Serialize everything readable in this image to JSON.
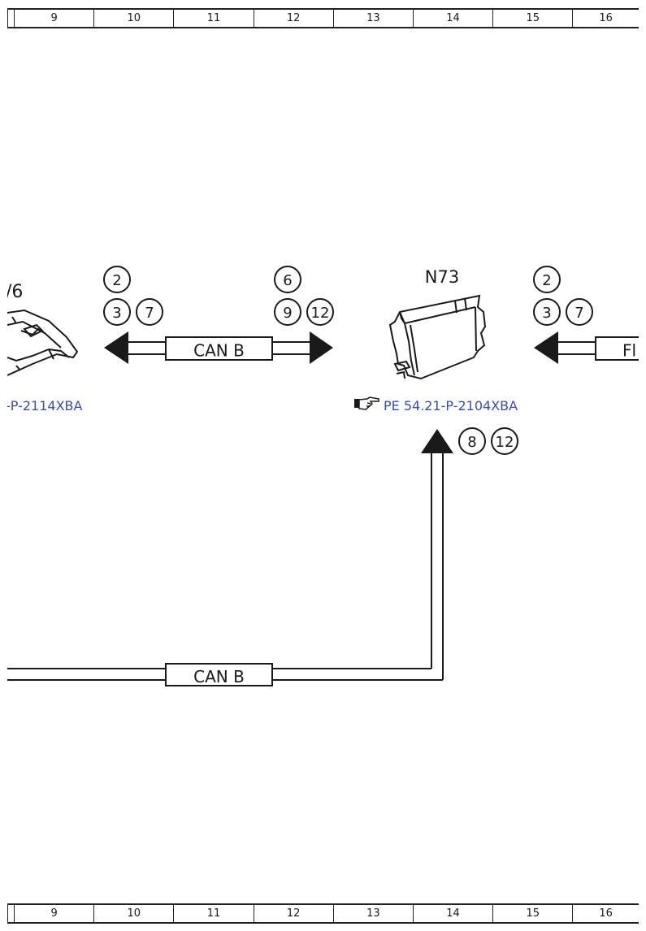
{
  "grid": {
    "columns": [
      "9",
      "10",
      "11",
      "12",
      "13",
      "14",
      "15",
      "16"
    ]
  },
  "components": {
    "left_partial_label": "/6",
    "center_label": "N73"
  },
  "buses": {
    "upper_left_label": "CAN B",
    "lower_label": "CAN B",
    "right_partial_label": "Fl"
  },
  "references": {
    "left": "-P-2114XBA",
    "center": "PE 54.21-P-2104XBA"
  },
  "circle_markers": {
    "left_top": "2",
    "left_bottom_a": "3",
    "left_bottom_b": "7",
    "mid_top": "6",
    "mid_bottom_a": "9",
    "mid_bottom_b": "12",
    "right_top": "2",
    "right_bottom_a": "3",
    "right_bottom_b": "7",
    "vertical_a": "8",
    "vertical_b": "12"
  },
  "colors": {
    "line": "#1a1a1a",
    "reference_link": "#3a4f9e"
  }
}
